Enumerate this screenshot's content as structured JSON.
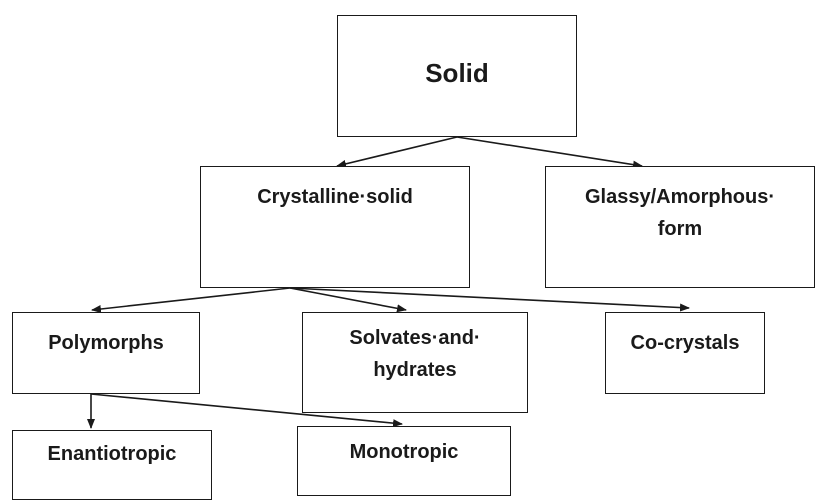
{
  "diagram": {
    "nodes": {
      "solid": "Solid",
      "crystalline": "Crystalline·solid",
      "glassy": "Glassy/Amorphous·\nform",
      "polymorphs": "Polymorphs",
      "solvates": "Solvates·and·\nhydrates",
      "cocrystals": "Co-crystals",
      "enantiotropic": "Enantiotropic",
      "monotropic": "Monotropic"
    },
    "edges": [
      {
        "from": "solid",
        "to": "crystalline"
      },
      {
        "from": "solid",
        "to": "glassy"
      },
      {
        "from": "crystalline",
        "to": "polymorphs"
      },
      {
        "from": "crystalline",
        "to": "solvates"
      },
      {
        "from": "crystalline",
        "to": "cocrystals"
      },
      {
        "from": "polymorphs",
        "to": "enantiotropic"
      },
      {
        "from": "polymorphs",
        "to": "monotropic"
      }
    ]
  }
}
